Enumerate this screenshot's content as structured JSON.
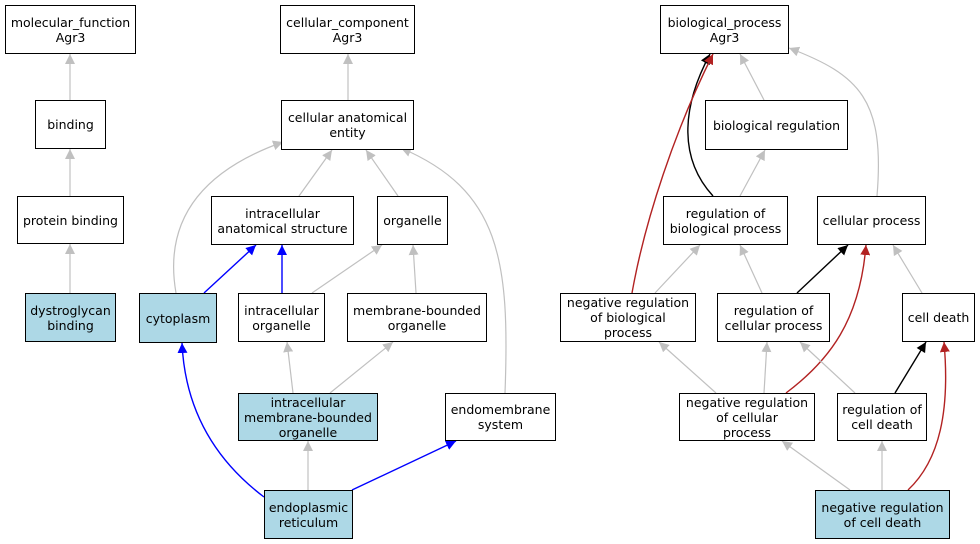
{
  "colors": {
    "highlight": "#add8e6",
    "gray_edge": "#c0c0c0",
    "blue_edge": "#0000ff",
    "red_edge": "#b22222",
    "black_edge": "#000000"
  },
  "nodes": {
    "mf": "molecular_function\nAgr3",
    "binding": "binding",
    "protein_binding": "protein binding",
    "dystroglycan": "dystroglycan\nbinding",
    "cc": "cellular_component\nAgr3",
    "cae": "cellular anatomical\nentity",
    "ias": "intracellular\nanatomical structure",
    "organelle": "organelle",
    "cytoplasm": "cytoplasm",
    "io": "intracellular\norganelle",
    "mbo": "membrane-bounded\norganelle",
    "imbo": "intracellular\nmembrane-bounded\norganelle",
    "endomembrane": "endomembrane\nsystem",
    "er": "endoplasmic\nreticulum",
    "bp": "biological_process\nAgr3",
    "bio_reg": "biological regulation",
    "reg_bp": "regulation of\nbiological process",
    "cellular_process": "cellular process",
    "neg_reg_bp": "negative regulation\nof biological\nprocess",
    "reg_cp": "regulation of\ncellular process",
    "cell_death": "cell death",
    "neg_reg_cp": "negative regulation\nof cellular\nprocess",
    "reg_cd": "regulation of\ncell death",
    "neg_reg_cd": "negative regulation\nof cell death"
  }
}
